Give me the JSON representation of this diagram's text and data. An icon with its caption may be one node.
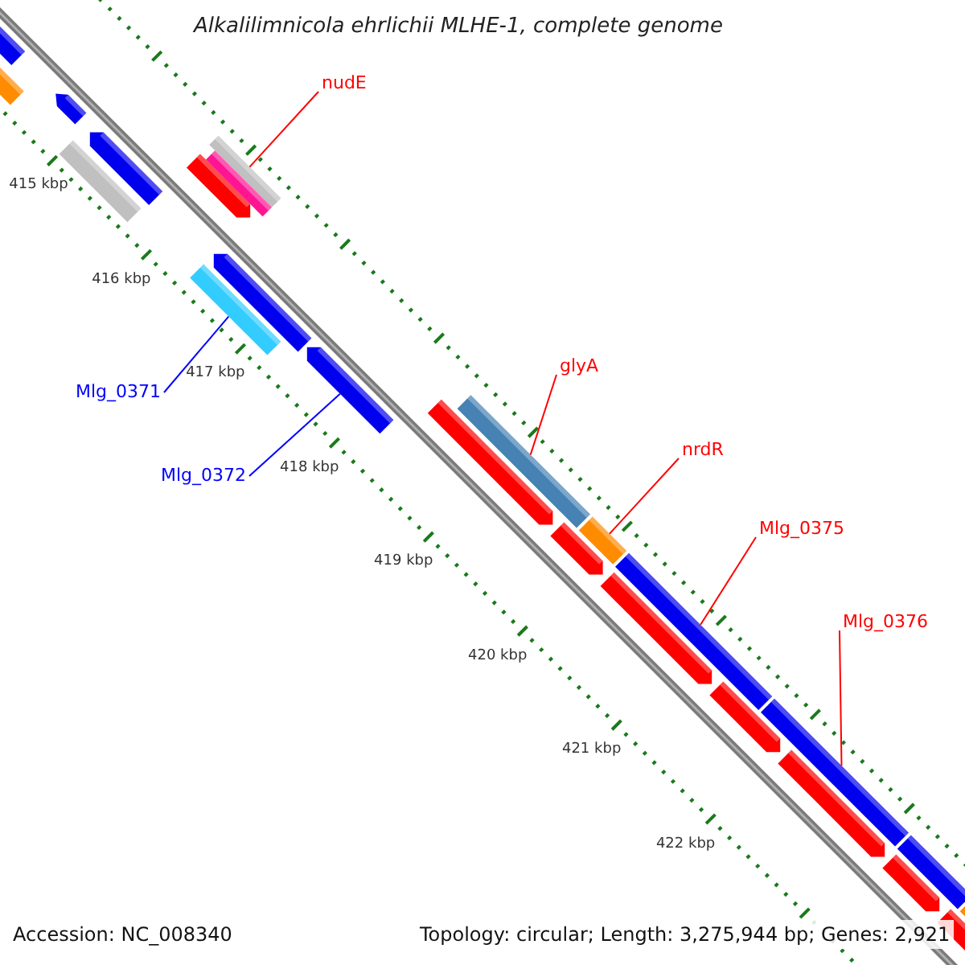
{
  "diagram": {
    "title": "Alkalilimnicola ehrlichii MLHE-1, complete genome",
    "nodes": [
      {
        "text": [
          "nudE"
        ]
      },
      {
        "text": [],
        "shape": "bar"
      },
      {
        "text": [
          "Mlg_0371"
        ]
      },
      {
        "text": [],
        "shape": "bar"
      },
      {
        "text": [
          "Mlg_0372"
        ]
      },
      {
        "text": [],
        "shape": "bar"
      },
      {
        "text": [
          "glyA"
        ]
      },
      {
        "text": [],
        "shape": "bar"
      },
      {
        "text": [
          "nrdR"
        ]
      },
      {
        "text": [],
        "shape": "bar"
      },
      {
        "text": [
          "Mlg_0375"
        ]
      },
      {
        "text": [],
        "shape": "bar"
      },
      {
        "text": [
          "Mlg_0376"
        ]
      },
      {
        "text": [],
        "shape": "bar"
      },
      {
        "text": [],
        "shape": "bar"
      },
      {
        "text": [],
        "shape": "bar"
      },
      {
        "text": [],
        "shape": "bar"
      },
      {
        "text": [],
        "shape": "bar"
      },
      {
        "text": [],
        "shape": "bar"
      },
      {
        "text": [],
        "shape": "bar"
      },
      {
        "text": [],
        "shape": "bar"
      },
      {
        "text": [],
        "shape": "bar"
      },
      {
        "text": [],
        "shape": "bar"
      },
      {
        "text": [],
        "shape": "bar"
      },
      {
        "text": [],
        "shape": "bar"
      },
      {
        "text": [],
        "shape": "bar"
      },
      {
        "text": [],
        "shape": "bar"
      },
      {
        "text": [],
        "shape": "bar"
      },
      {
        "text": [],
        "shape": "bar"
      },
      {
        "text": [],
        "shape": "bar"
      },
      {
        "text": [],
        "shape": "bar"
      }
    ],
    "edges": [
      {
        "from": 0,
        "to": 1,
        "arrow": "none"
      },
      {
        "from": 2,
        "to": 3,
        "arrow": "none",
        "color": "#0000ff"
      },
      {
        "from": 4,
        "to": 5,
        "arrow": "none",
        "color": "#0000ff"
      },
      {
        "from": 6,
        "to": 7,
        "arrow": "none"
      },
      {
        "from": 8,
        "to": 9,
        "arrow": "none"
      },
      {
        "from": 10,
        "to": 11,
        "arrow": "none"
      },
      {
        "from": 12,
        "to": 13,
        "arrow": "none"
      }
    ],
    "labels": [
      "415 kbp",
      "416 kbp",
      "417 kbp",
      "418 kbp",
      "419 kbp",
      "420 kbp",
      "421 kbp",
      "422 kbp",
      "Accession: NC_008340",
      "Topology: circular; Length: 3,275,944 bp; Genes: 2,921"
    ]
  }
}
